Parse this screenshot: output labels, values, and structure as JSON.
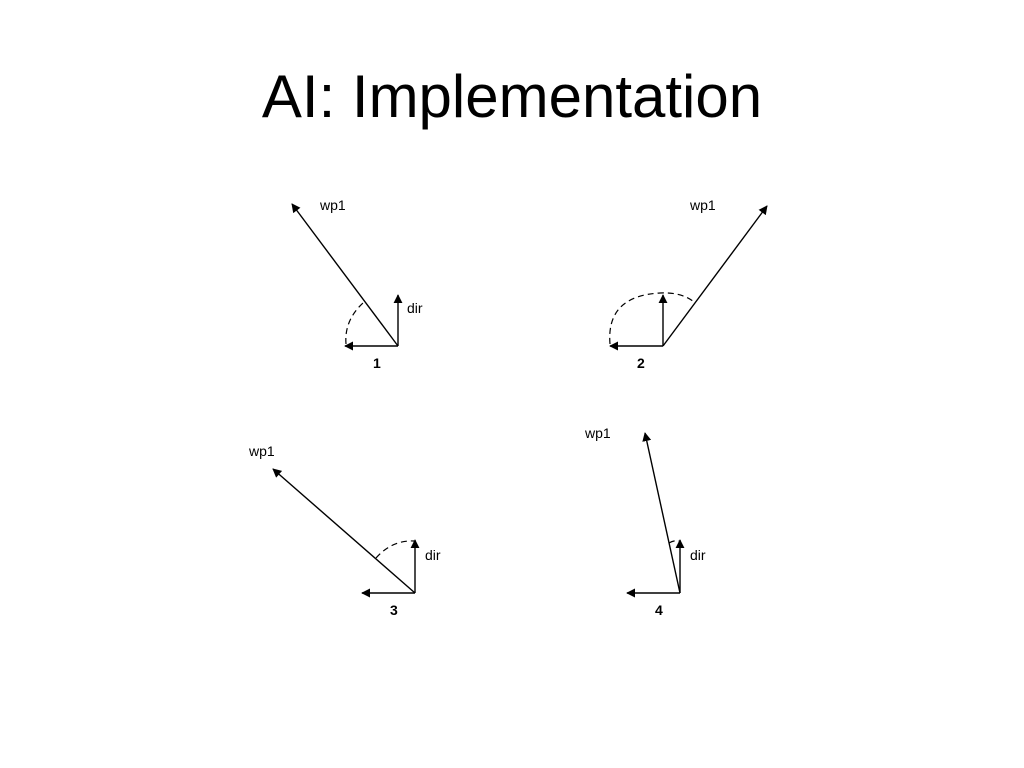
{
  "slide": {
    "title": "AI: Implementation"
  },
  "diagrams": [
    {
      "number": "1",
      "target_label": "wp1",
      "direction_label": "dir"
    },
    {
      "number": "2",
      "target_label": "wp1"
    },
    {
      "number": "3",
      "target_label": "wp1",
      "direction_label": "dir"
    },
    {
      "number": "4",
      "target_label": "wp1",
      "direction_label": "dir"
    }
  ],
  "colors": {
    "background": "#ffffff",
    "ink": "#000000"
  }
}
